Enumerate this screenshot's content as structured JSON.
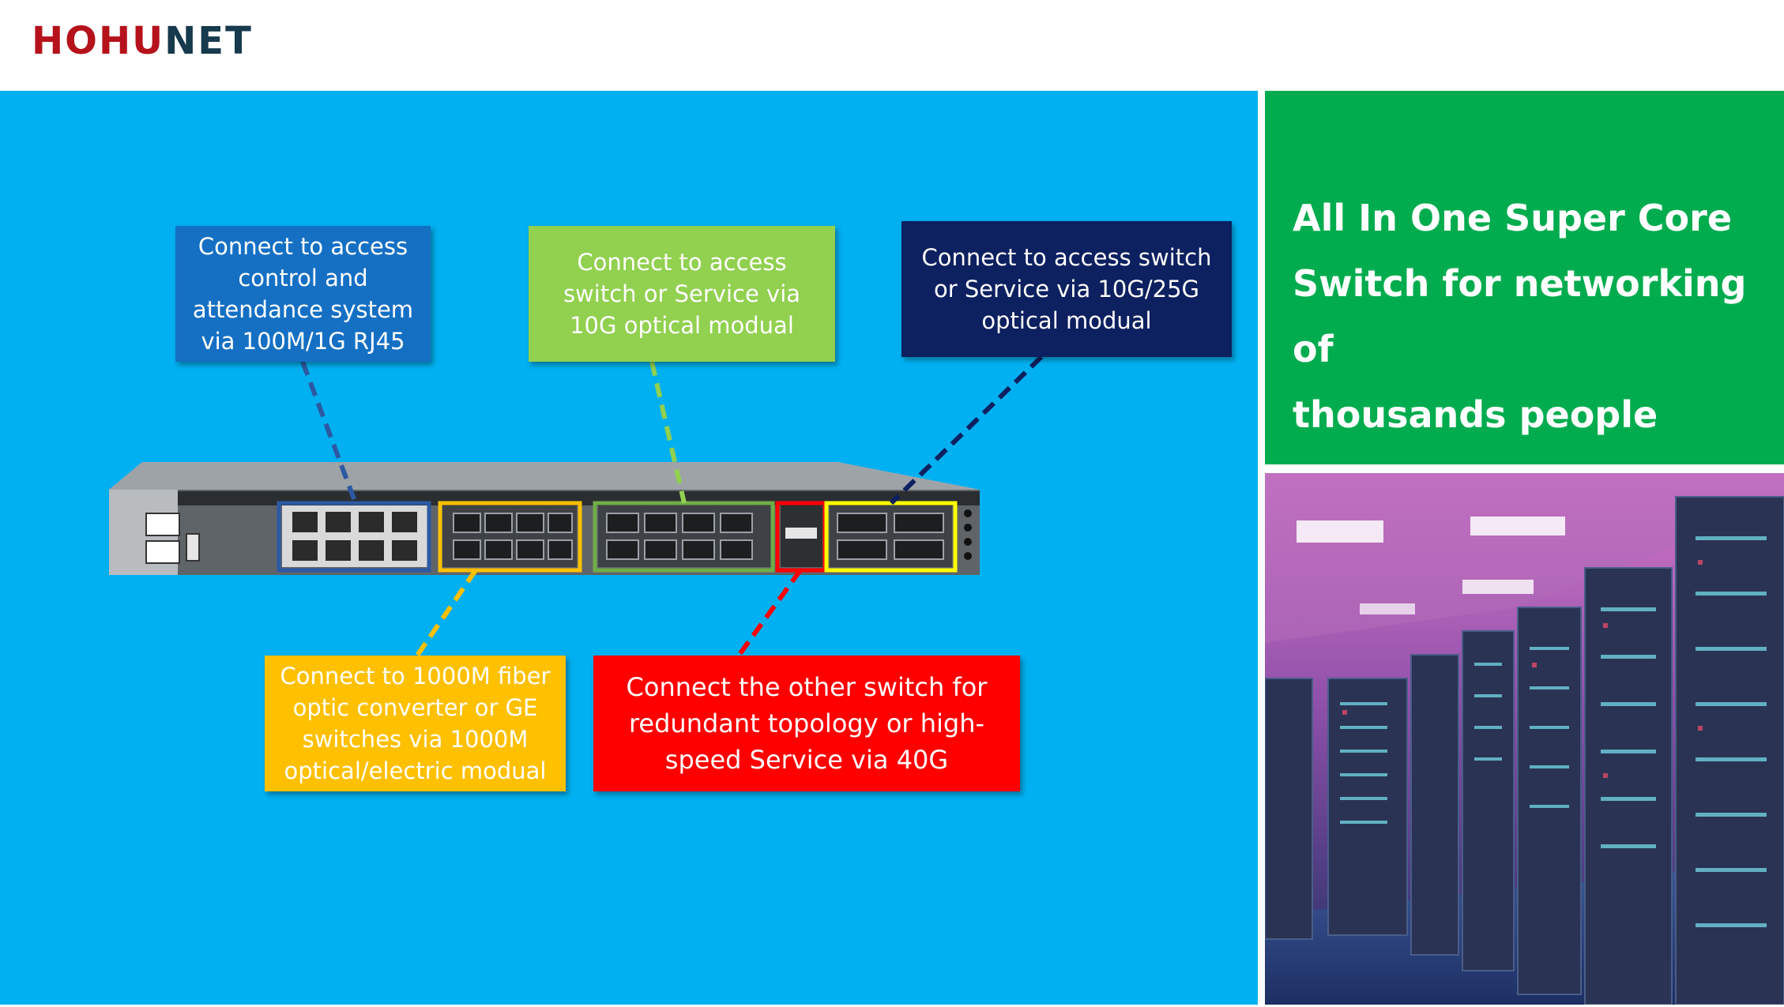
{
  "brand": {
    "logo_part1": "HOHU",
    "logo_part2": "NET"
  },
  "headline": {
    "line1": "All In One Super Core",
    "line2": "Switch for networking of",
    "line3": "thousands people"
  },
  "callouts": {
    "rj45": "Connect to access control and attendance system via 100M/1G RJ45",
    "sfp_10g": "Connect to access switch or Service via 10G optical modual",
    "sfp_25g": "Connect to access switch or Service via 10G/25G optical modual",
    "sfp_1000m": "Connect to 1000M fiber optic converter or GE switches via 1000M optical/electric modual",
    "qsfp_40g": "Connect the other switch for redundant topology or high-speed Service via 40G"
  },
  "colors": {
    "brand_red": "#b5121b",
    "brand_dark": "#173a4d",
    "panel_blue": "#00b0f0",
    "panel_green": "#00ac4e",
    "callout_rj45": "#1570c4",
    "callout_10g": "#92d050",
    "callout_25g": "#0d2060",
    "callout_1000m": "#ffc000",
    "callout_40g": "#ff0000"
  }
}
